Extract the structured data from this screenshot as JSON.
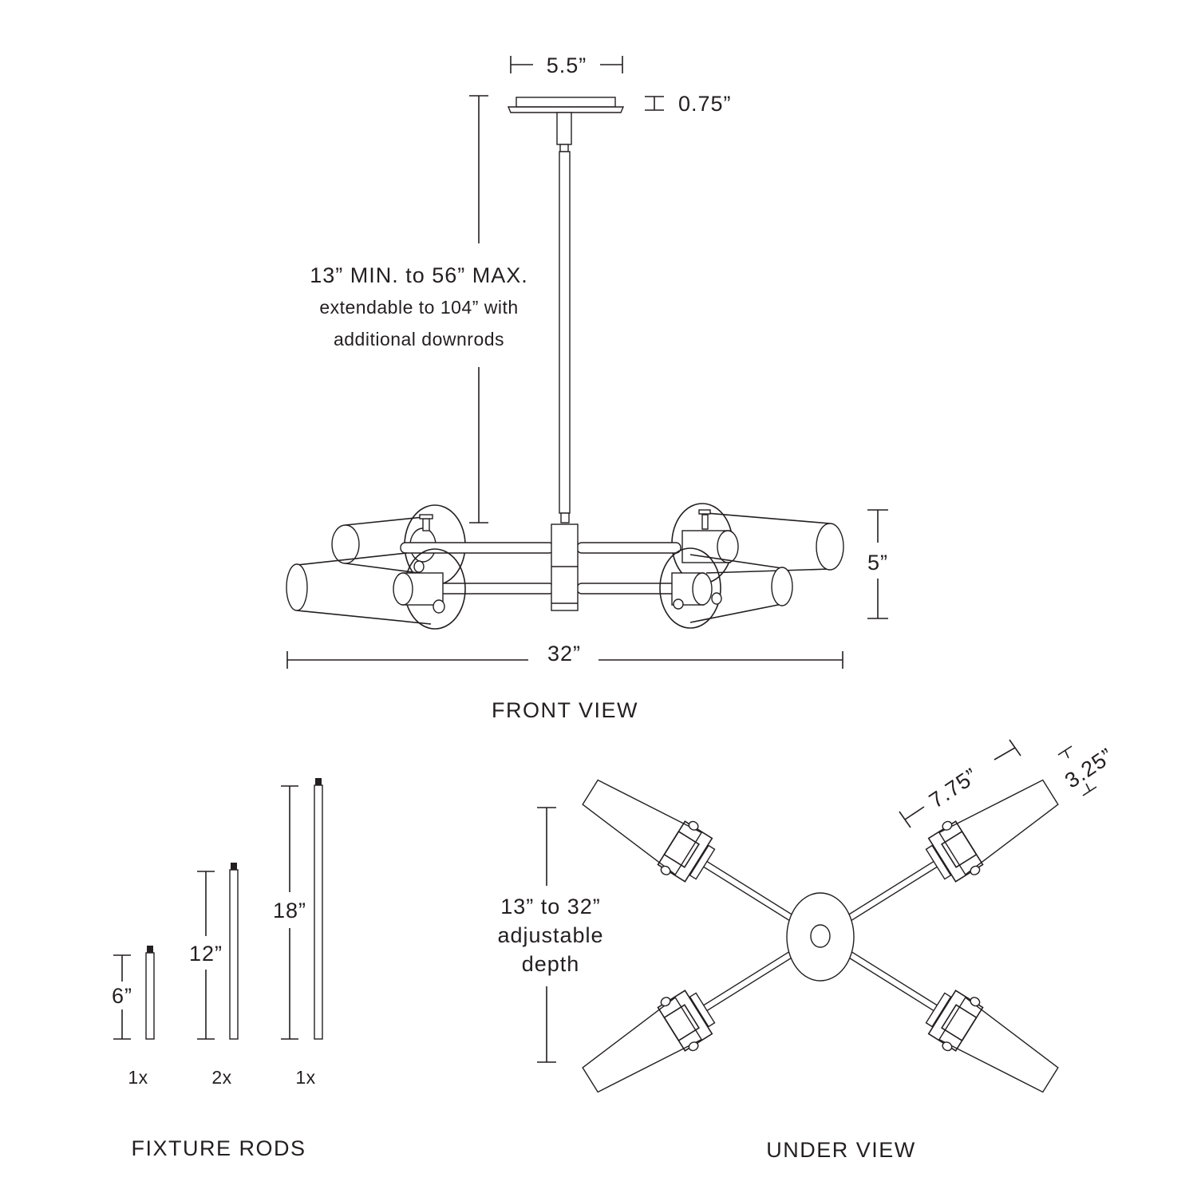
{
  "front_view": {
    "title": "FRONT VIEW",
    "canopy_width": "5.5”",
    "canopy_height": "0.75”",
    "height_range": "13” MIN. to 56” MAX.",
    "extend_note_1": "extendable to 104” with",
    "extend_note_2": "additional downrods",
    "fixture_height": "5”",
    "fixture_width": "32”"
  },
  "fixture_rods": {
    "title": "FIXTURE RODS",
    "rods": [
      {
        "length": "6”",
        "qty": "1x"
      },
      {
        "length": "12”",
        "qty": "2x"
      },
      {
        "length": "18”",
        "qty": "1x"
      }
    ]
  },
  "under_view": {
    "title": "UNDER VIEW",
    "depth_1": "13” to 32”",
    "depth_2": "adjustable",
    "depth_3": "depth",
    "shade_length": "7.75”",
    "shade_diameter": "3.25”"
  }
}
